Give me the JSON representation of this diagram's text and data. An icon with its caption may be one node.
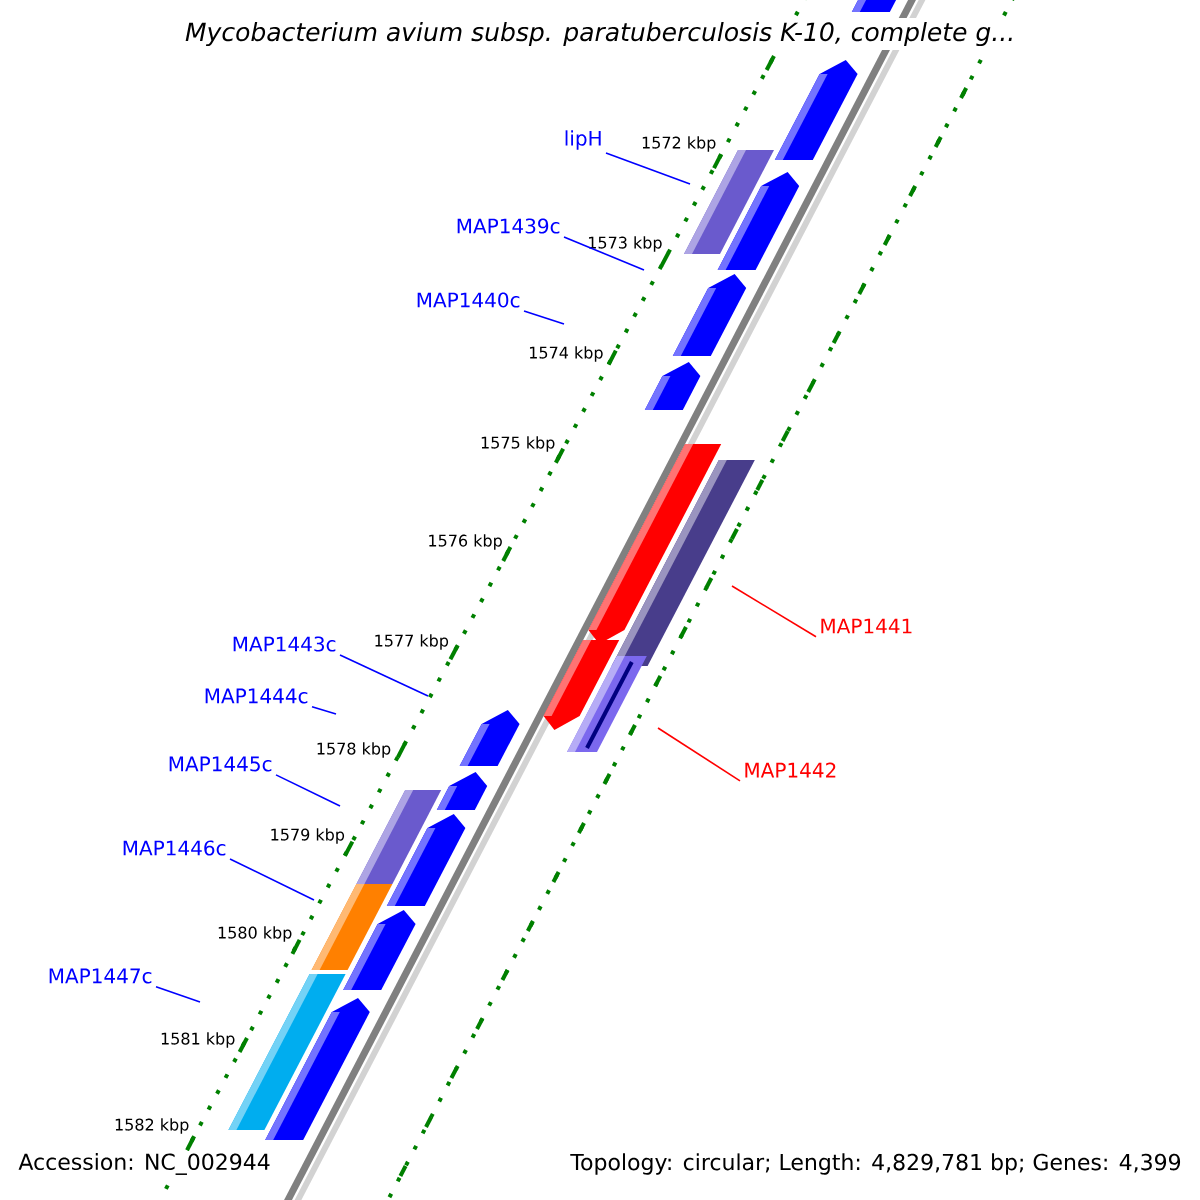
{
  "diagram": {
    "title": "Mycobacterium avium subsp. paratuberculosis K-10, complete g...",
    "nodes": [
      {
        "text": [
          "lipH"
        ]
      },
      {
        "text": [
          "MAP1439c"
        ]
      },
      {
        "text": [
          "MAP1440c"
        ]
      },
      {
        "text": [
          "MAP1441"
        ]
      },
      {
        "text": [
          "MAP1443c"
        ]
      },
      {
        "text": [
          "MAP1444c"
        ]
      },
      {
        "text": [
          "MAP1442"
        ]
      },
      {
        "text": [
          "MAP1445c"
        ]
      },
      {
        "text": [
          "MAP1446c"
        ]
      },
      {
        "text": [
          "MAP1447c"
        ]
      }
    ],
    "edges": [
      {
        "from": 0,
        "to": null,
        "arrow": "none"
      },
      {
        "from": 1,
        "to": null,
        "arrow": "none"
      },
      {
        "from": 2,
        "to": null,
        "arrow": "none"
      },
      {
        "from": 3,
        "to": null,
        "arrow": "none",
        "color": "#ff0000"
      },
      {
        "from": 4,
        "to": null,
        "arrow": "none"
      },
      {
        "from": 5,
        "to": null,
        "arrow": "none"
      },
      {
        "from": 6,
        "to": null,
        "arrow": "none",
        "color": "#ff0000"
      },
      {
        "from": 7,
        "to": null,
        "arrow": "none"
      },
      {
        "from": 8,
        "to": null,
        "arrow": "none"
      },
      {
        "from": 9,
        "to": null,
        "arrow": "none"
      }
    ],
    "labels": [
      "1572 kbp",
      "1573 kbp",
      "1574 kbp",
      "1575 kbp",
      "1576 kbp",
      "1577 kbp",
      "1578 kbp",
      "1579 kbp",
      "1580 kbp",
      "1581 kbp",
      "1582 kbp",
      "Accession: NC_002944",
      "Topology: circular; Length: 4,829,781 bp; Genes: 4,399"
    ]
  }
}
